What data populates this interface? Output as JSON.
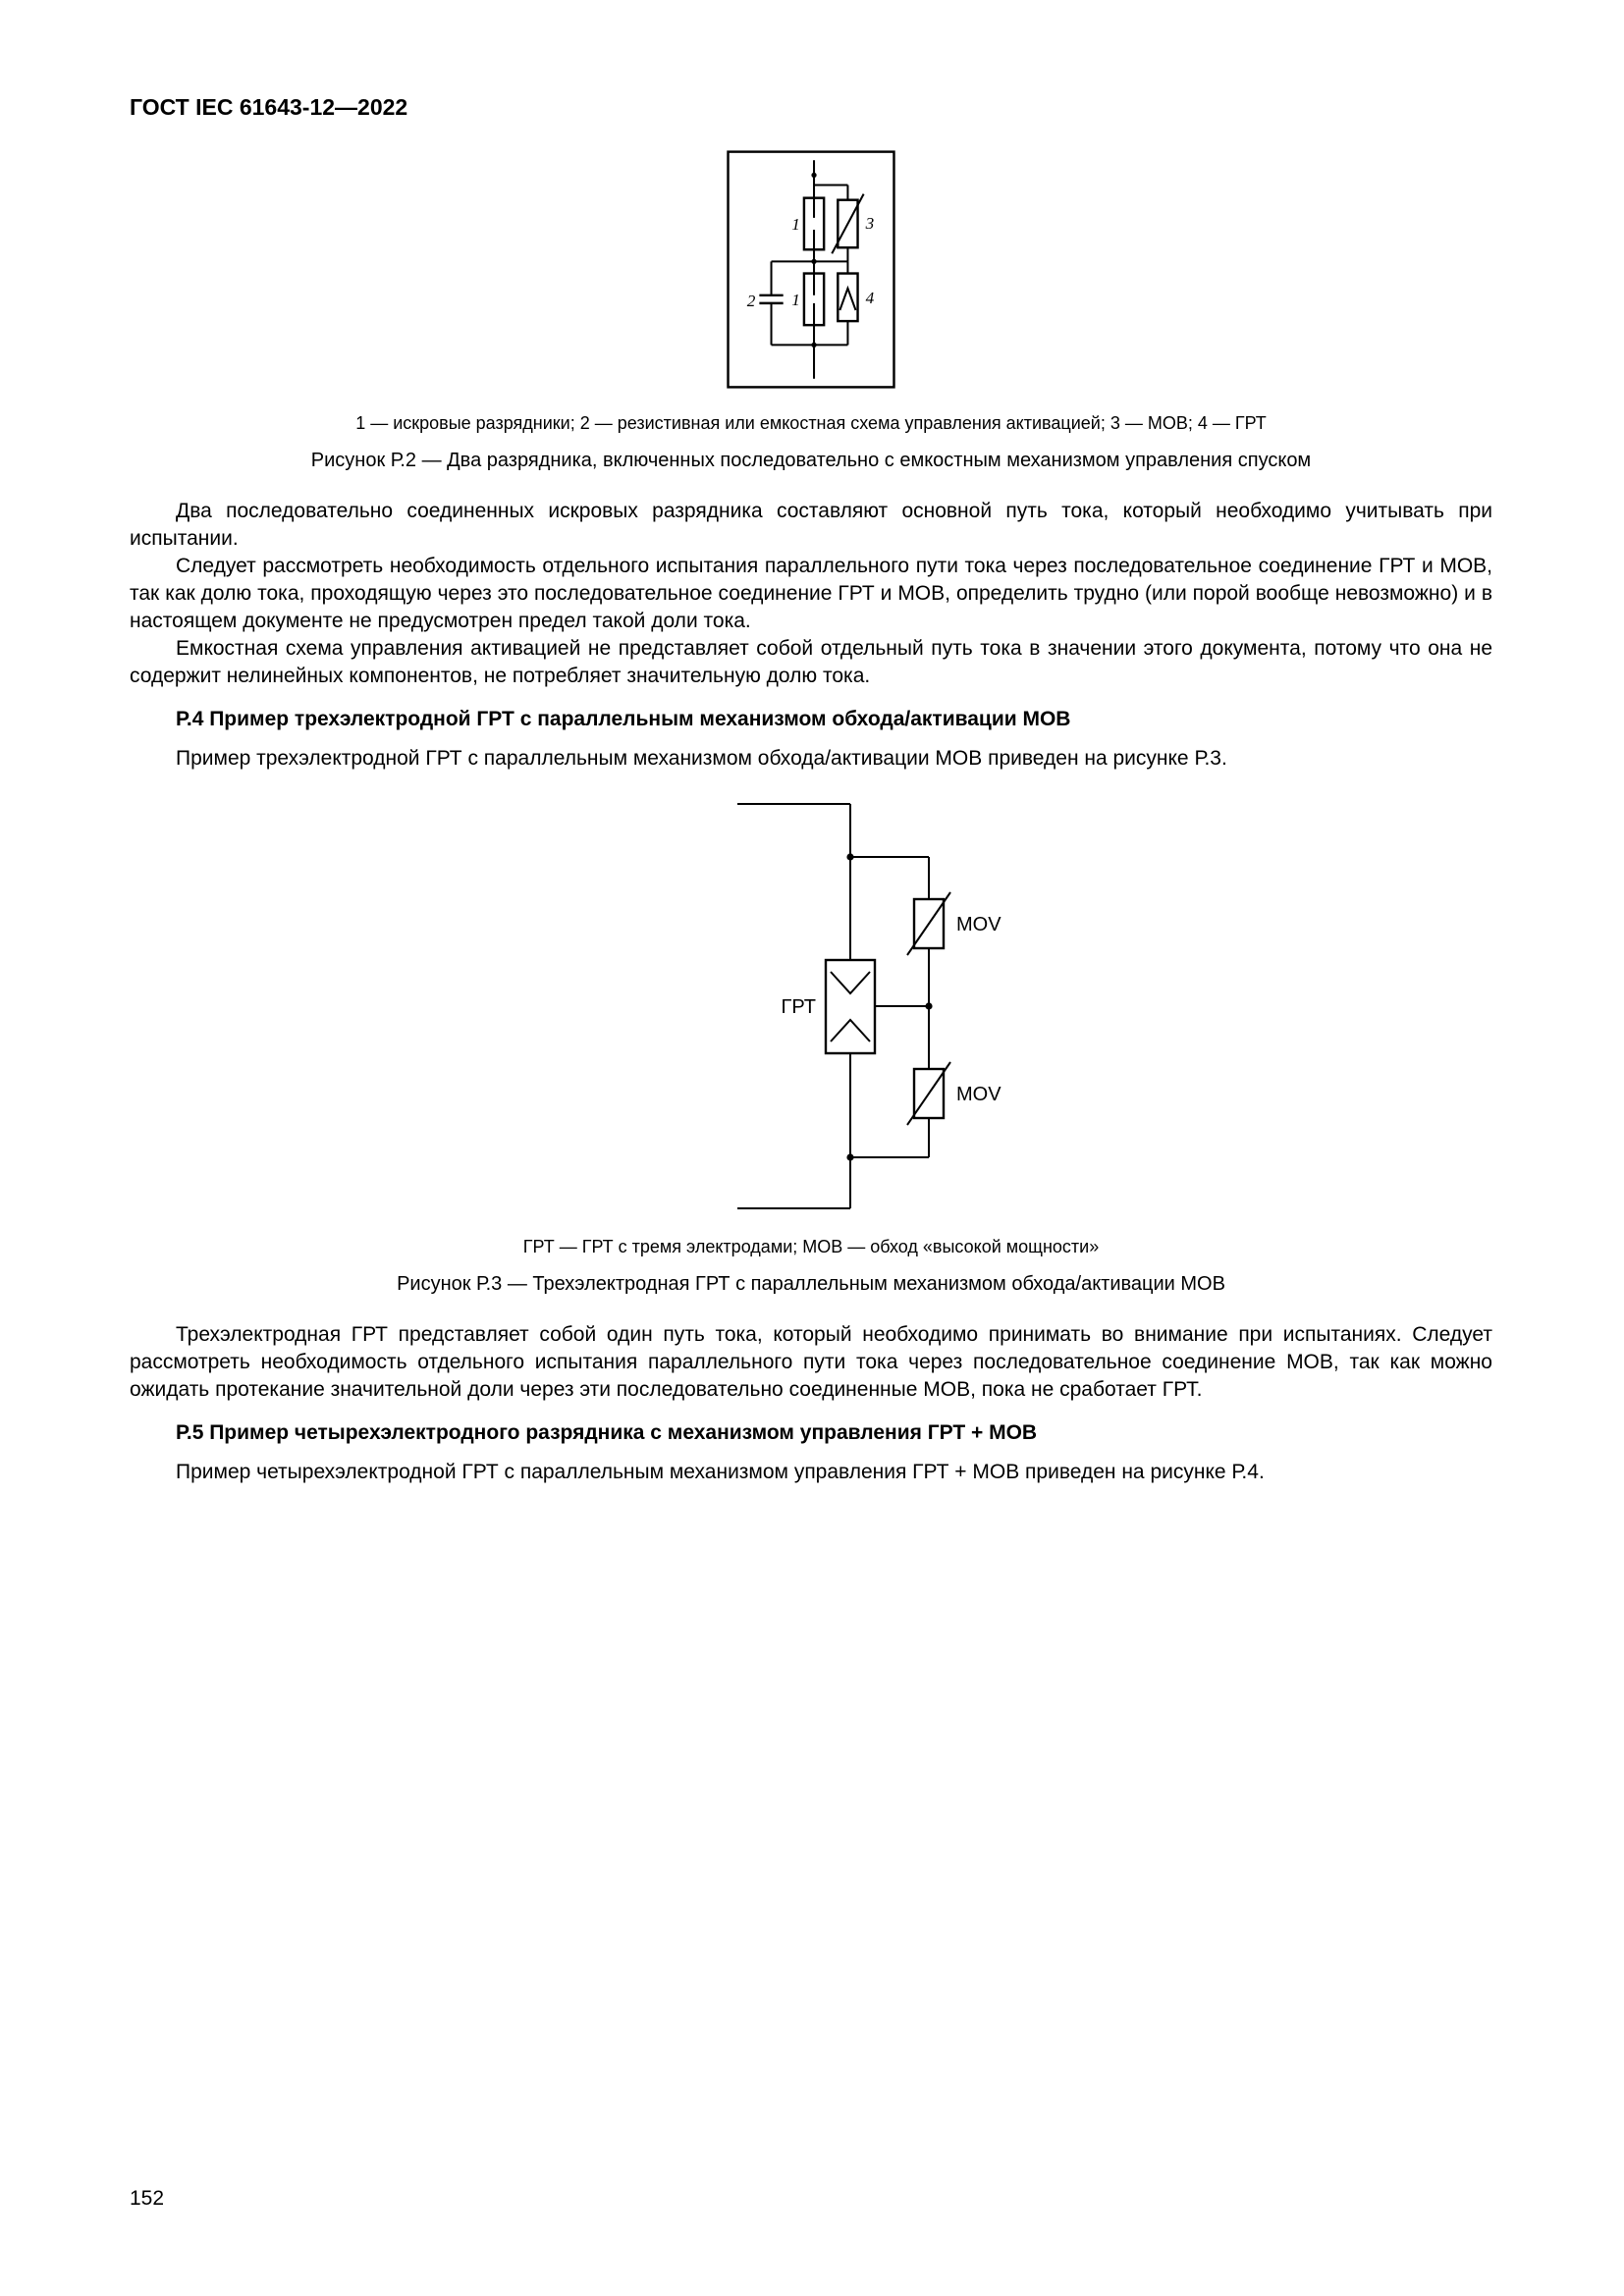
{
  "header": {
    "title": "ГОСТ IEC 61643-12—2022"
  },
  "figure_p2": {
    "labels": {
      "sg_top": "1",
      "cap": "2",
      "sg_bottom": "1",
      "mov": "3",
      "gdt": "4"
    },
    "legend": "1 — искровые разрядники; 2 — резистивная или емкостная схема управления активацией; 3 — МОВ; 4 — ГРТ",
    "caption": "Рисунок Р.2 — Два разрядника, включенных последовательно с емкостным механизмом управления спуском"
  },
  "text_after_p2": {
    "p1": "Два последовательно соединенных искровых разрядника составляют основной путь тока, который необходимо учитывать при испытании.",
    "p2": "Следует рассмотреть необходимость отдельного испытания параллельного пути тока через последовательное соединение ГРТ и МОВ, так как долю тока, проходящую через это последовательное соединение ГРТ и МОВ, определить трудно (или порой вообще невозможно) и в настоящем документе не предусмотрен предел такой доли тока.",
    "p3": "Емкостная схема управления активацией не представляет собой отдельный путь тока в значении этого документа, потому что она не содержит нелинейных компонентов, не потребляет значительную долю тока."
  },
  "section_p4": {
    "heading": "Р.4  Пример трехэлектродной ГРТ с параллельным механизмом обхода/активации МОВ",
    "intro": "Пример трехэлектродной ГРТ с параллельным механизмом обхода/активации МОВ приведен на рисунке Р.3."
  },
  "figure_p3": {
    "labels": {
      "gdt": "ГРТ",
      "mov_top": "MOV",
      "mov_bottom": "MOV"
    },
    "legend": "ГРТ — ГРТ с тремя электродами; МОВ — обход «высокой мощности»",
    "caption": "Рисунок Р.3 — Трехэлектродная ГРТ с параллельным механизмом обхода/активации МОВ"
  },
  "text_after_p3": {
    "p1": "Трехэлектродная ГРТ представляет собой один путь тока, который необходимо принимать во внимание при испытаниях. Следует рассмотреть необходимость отдельного испытания параллельного пути тока через последовательное соединение МОВ, так как можно ожидать протекание значительной доли через эти последовательно соединенные МОВ, пока не сработает ГРТ."
  },
  "section_p5": {
    "heading": "Р.5  Пример четырехэлектродного разрядника с механизмом управления ГРТ + МОВ",
    "intro": "Пример четырехэлектродной ГРТ с параллельным механизмом управления ГРТ + МОВ приведен на рисунке Р.4."
  },
  "footer": {
    "page_number": "152"
  }
}
